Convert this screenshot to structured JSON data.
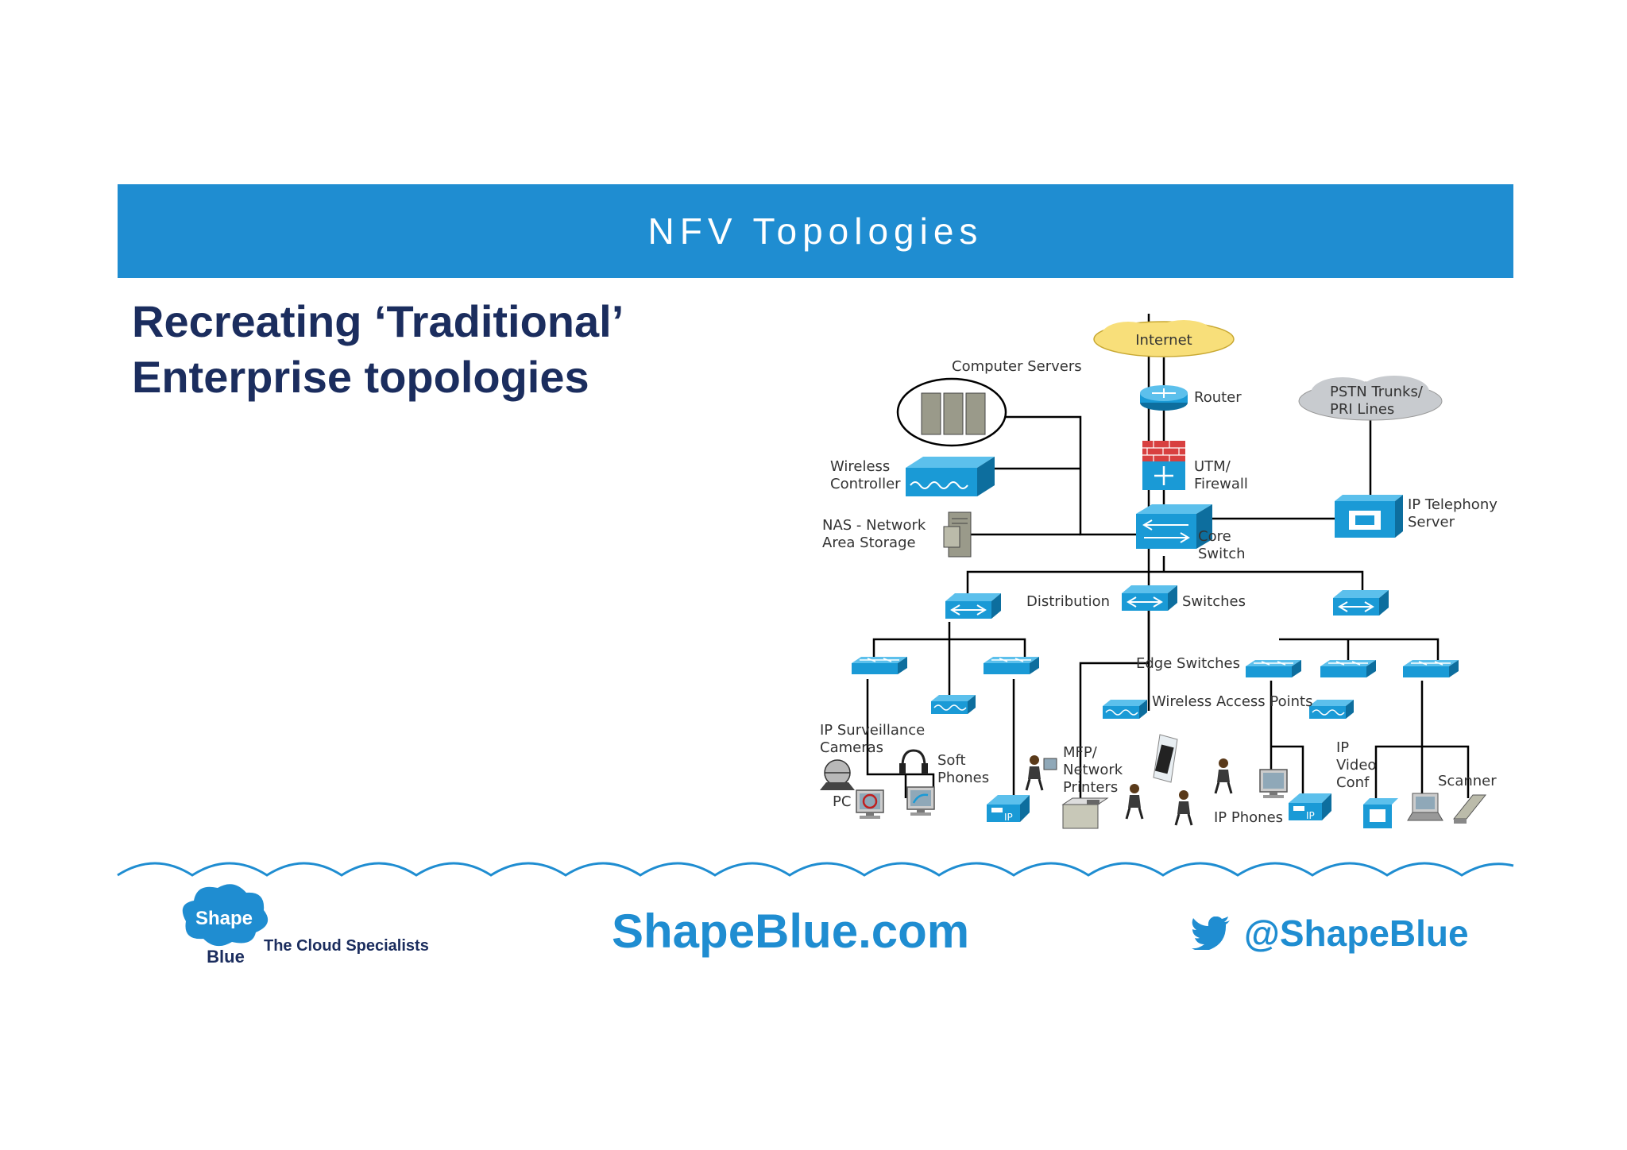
{
  "slide": {
    "title": "NFV Topologies",
    "heading_line1": "Recreating ‘Traditional’",
    "heading_line2": "Enterprise topologies"
  },
  "diagram": {
    "internet": "Internet",
    "router": "Router",
    "computer_servers": "Computer Servers",
    "pstn_line1": "PSTN Trunks/",
    "pstn_line2": "PRI Lines",
    "wireless_controller_line1": "Wireless",
    "wireless_controller_line2": "Controller",
    "utm_line1": "UTM/",
    "utm_line2": "Firewall",
    "ip_telephony_line1": "IP Telephony",
    "ip_telephony_line2": "Server",
    "nas_line1": "NAS - Network",
    "nas_line2": "Area Storage",
    "core_line1": "Core",
    "core_line2": "Switch",
    "distribution": "Distribution",
    "switches": "Switches",
    "edge_switches": "Edge Switches",
    "wireless_ap": "Wireless Access Points",
    "ip_surveillance": "IP Surveillance",
    "cameras": "Cameras",
    "soft_line1": "Soft",
    "soft_line2": "Phones",
    "pc": "PC",
    "mfp_line1": "MFP/",
    "mfp_line2": "Network",
    "mfp_line3": "Printers",
    "ip_video_line1": "IP",
    "ip_video_line2": "Video",
    "ip_video_line3": "Conf",
    "scanner": "Scanner",
    "ip_phones": "IP Phones",
    "ip_badge": "IP"
  },
  "footer": {
    "logo_top": "Shape",
    "logo_bottom": "Blue",
    "tagline": "The Cloud Specialists",
    "website": "ShapeBlue.com",
    "twitter_handle": "@ShapeBlue"
  },
  "colors": {
    "banner": "#1f8dd1",
    "heading": "#1b2d5e",
    "device": "#1a9ad6",
    "device_dark": "#0d6e9e"
  }
}
